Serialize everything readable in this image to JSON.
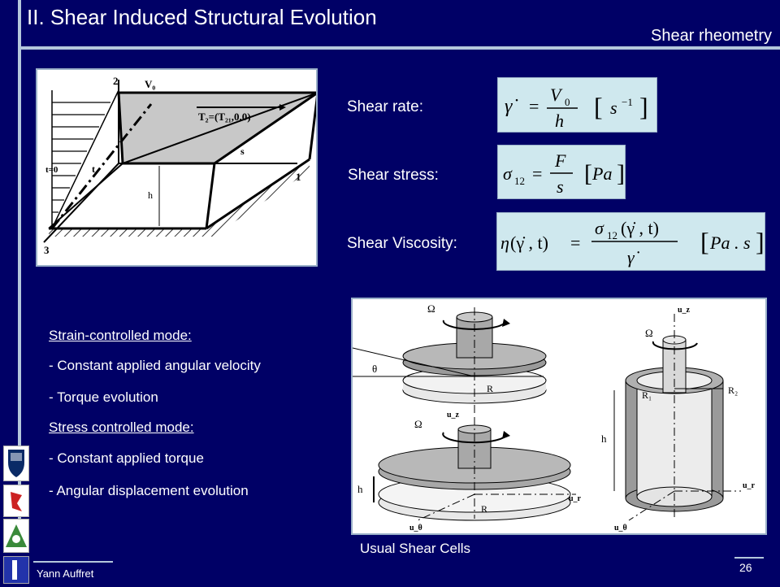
{
  "header": {
    "title": "II. Shear Induced Structural Evolution",
    "subtitle": "Shear rheometry"
  },
  "definitions": {
    "shear_rate_label": "Shear rate:",
    "shear_stress_label": "Shear stress:",
    "shear_viscosity_label": "Shear Viscosity:"
  },
  "shear_figure": {
    "axis_2": "2",
    "axis_1": "1",
    "axis_3": "3",
    "v0": "V₀",
    "traction": "T₂=(T₂₁,0,0)",
    "s": "s",
    "t0": "t=0",
    "t": "t",
    "h": "h"
  },
  "modes": {
    "strain_heading": "Strain-controlled mode:",
    "strain_items": [
      "- Constant applied angular velocity",
      "- Torque evolution"
    ],
    "stress_heading": "Stress controlled mode:",
    "stress_items": [
      "- Constant applied torque",
      "- Angular displacement evolution"
    ]
  },
  "cells_figure": {
    "caption": "Usual Shear Cells",
    "omega": "Ω",
    "theta": "θ",
    "R": "R",
    "R1": "R₁",
    "R2": "R₂",
    "h": "h",
    "uz": "u_z",
    "ur": "u_r",
    "utheta": "u_θ"
  },
  "footer": {
    "author": "Yann Auffret",
    "page": "26"
  }
}
